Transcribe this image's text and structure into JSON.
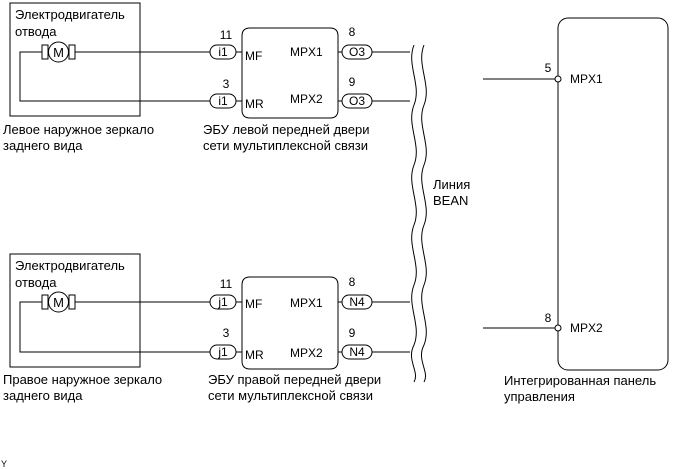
{
  "left_mirror": {
    "motor_label_line1": "Электродвигатель",
    "motor_label_line2": "отвода",
    "motor_symbol": "M",
    "caption_line1": "Левое наружное зеркало",
    "caption_line2": "заднего вида"
  },
  "right_mirror": {
    "motor_label_line1": "Электродвигатель",
    "motor_label_line2": "отвода",
    "motor_symbol": "M",
    "caption_line1": "Правое наружное зеркало",
    "caption_line2": "заднего вида"
  },
  "left_ecu": {
    "caption_line1": "ЭБУ левой передней двери",
    "caption_line2": "сети мультиплексной связи",
    "pin_mf": "11",
    "pin_mr": "3",
    "pin_mpx1": "8",
    "pin_mpx2": "9",
    "conn_in1": "i1",
    "conn_in2": "i1",
    "conn_out1": "O3",
    "conn_out2": "O3",
    "sig_mf": "MF",
    "sig_mr": "MR",
    "sig_mpx1": "MPX1",
    "sig_mpx2": "MPX2"
  },
  "right_ecu": {
    "caption_line1": "ЭБУ правой передней двери",
    "caption_line2": "сети мультиплексной связи",
    "pin_mf": "11",
    "pin_mr": "3",
    "pin_mpx1": "8",
    "pin_mpx2": "9",
    "conn_in1": "j1",
    "conn_in2": "j1",
    "conn_out1": "N4",
    "conn_out2": "N4",
    "sig_mf": "MF",
    "sig_mr": "MR",
    "sig_mpx1": "MPX1",
    "sig_mpx2": "MPX2"
  },
  "bean_line": {
    "label_line1": "Линия",
    "label_line2": "BEAN"
  },
  "panel": {
    "pin_mpx1": "5",
    "pin_mpx2": "8",
    "sig_mpx1": "MPX1",
    "sig_mpx2": "MPX2",
    "caption_line1": "Интегрированная панель",
    "caption_line2": "управления"
  },
  "corner_mark": "Y"
}
